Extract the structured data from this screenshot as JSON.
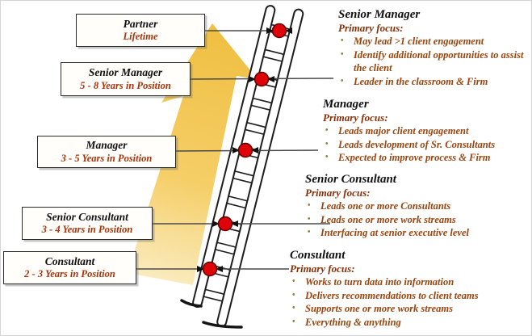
{
  "colors": {
    "accent-gold": "#F0C043",
    "accent-gold-pale": "#FBF0CC",
    "dot-red": "#DE0209",
    "brown": "#9A430C",
    "brown-dark": "#8A2E06",
    "subtitle-red": "#A8330A",
    "ink": "#1c1c1c"
  },
  "graphics": {
    "ladder_icon": "tilted ladder with rungs",
    "growth_arrow_icon": "upward gold arrow",
    "rung_marker_dot": "red circle marker on ladder rung"
  },
  "left_boxes": [
    {
      "title": "Partner",
      "subtitle": "Lifetime"
    },
    {
      "title": "Senior Manager",
      "subtitle": "5 - 8 Years in Position"
    },
    {
      "title": "Manager",
      "subtitle": "3 - 5 Years in Position"
    },
    {
      "title": "Senior Consultant",
      "subtitle": "3 - 4 Years in Position"
    },
    {
      "title": "Consultant",
      "subtitle": "2 - 3 Years in Position"
    }
  ],
  "right_sections": [
    {
      "title": "Senior Manager",
      "focus_label": "Primary focus:",
      "bullets": [
        "May lead >1 client engagement",
        "Identify additional opportunities to assist the client",
        "Leader in the classroom & Firm"
      ]
    },
    {
      "title": "Manager",
      "focus_label": "Primary focus:",
      "bullets": [
        "Leads major client engagement",
        "Leads development of Sr. Consultants",
        "Expected to improve process & Firm"
      ]
    },
    {
      "title": "Senior Consultant",
      "focus_label": "Primary focus:",
      "bullets": [
        "Leads one or more Consultants",
        "Leads one or more work streams",
        "Interfacing at senior executive level"
      ]
    },
    {
      "title": "Consultant",
      "focus_label": "Primary focus:",
      "bullets": [
        "Works to turn data into information",
        "Delivers recommendations to client teams",
        "Supports one or more work streams",
        "Everything & anything"
      ]
    }
  ]
}
